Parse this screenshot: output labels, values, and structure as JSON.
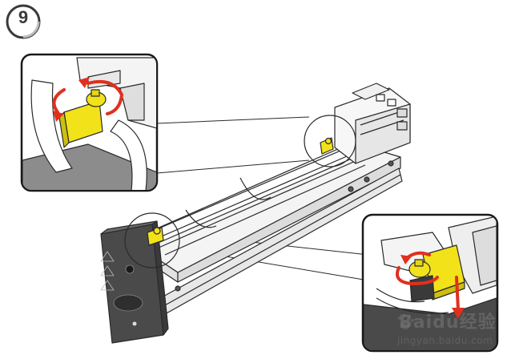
{
  "step": {
    "number": "9"
  },
  "watermark": {
    "brand": "Baidu经验",
    "url": "jingyan.baidu.com"
  },
  "colors": {
    "latch_yellow": "#f2e21a",
    "arrow_red": "#e0301e",
    "outline": "#2a2a2a",
    "panel_dark": "#4a4a4a"
  }
}
